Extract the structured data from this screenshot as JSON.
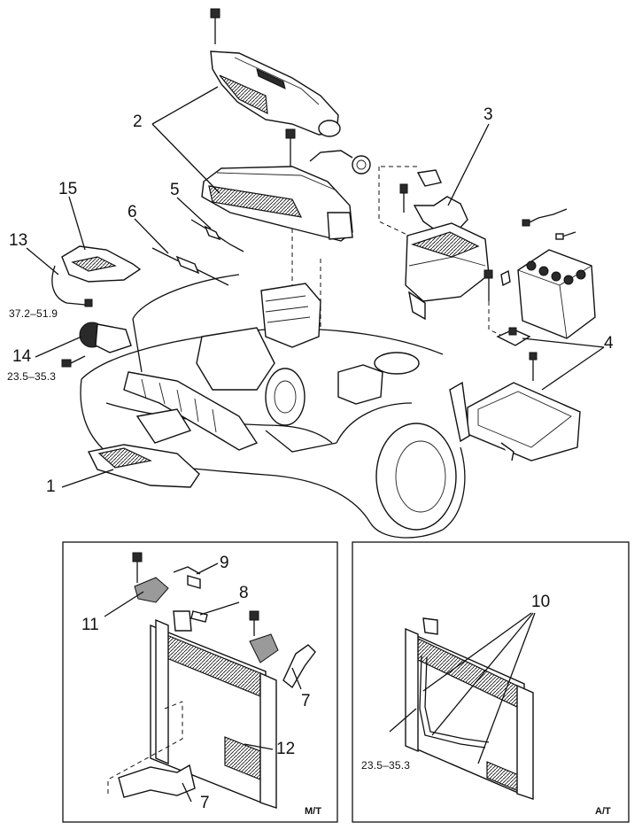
{
  "callouts": {
    "c1": "1",
    "c2": "2",
    "c3": "3",
    "c4": "4",
    "c5": "5",
    "c6": "6",
    "c7a": "7",
    "c7b": "7",
    "c8": "8",
    "c9": "9",
    "c10": "10",
    "c11": "11",
    "c12": "12",
    "c13": "13",
    "c14": "14",
    "c15": "15"
  },
  "torques": {
    "t_15": "37.2–51.9",
    "t_14": "23.5–35.3",
    "t_at": "23.5–35.3"
  },
  "panels": {
    "mt_label": "M/T",
    "at_label": "A/T"
  }
}
